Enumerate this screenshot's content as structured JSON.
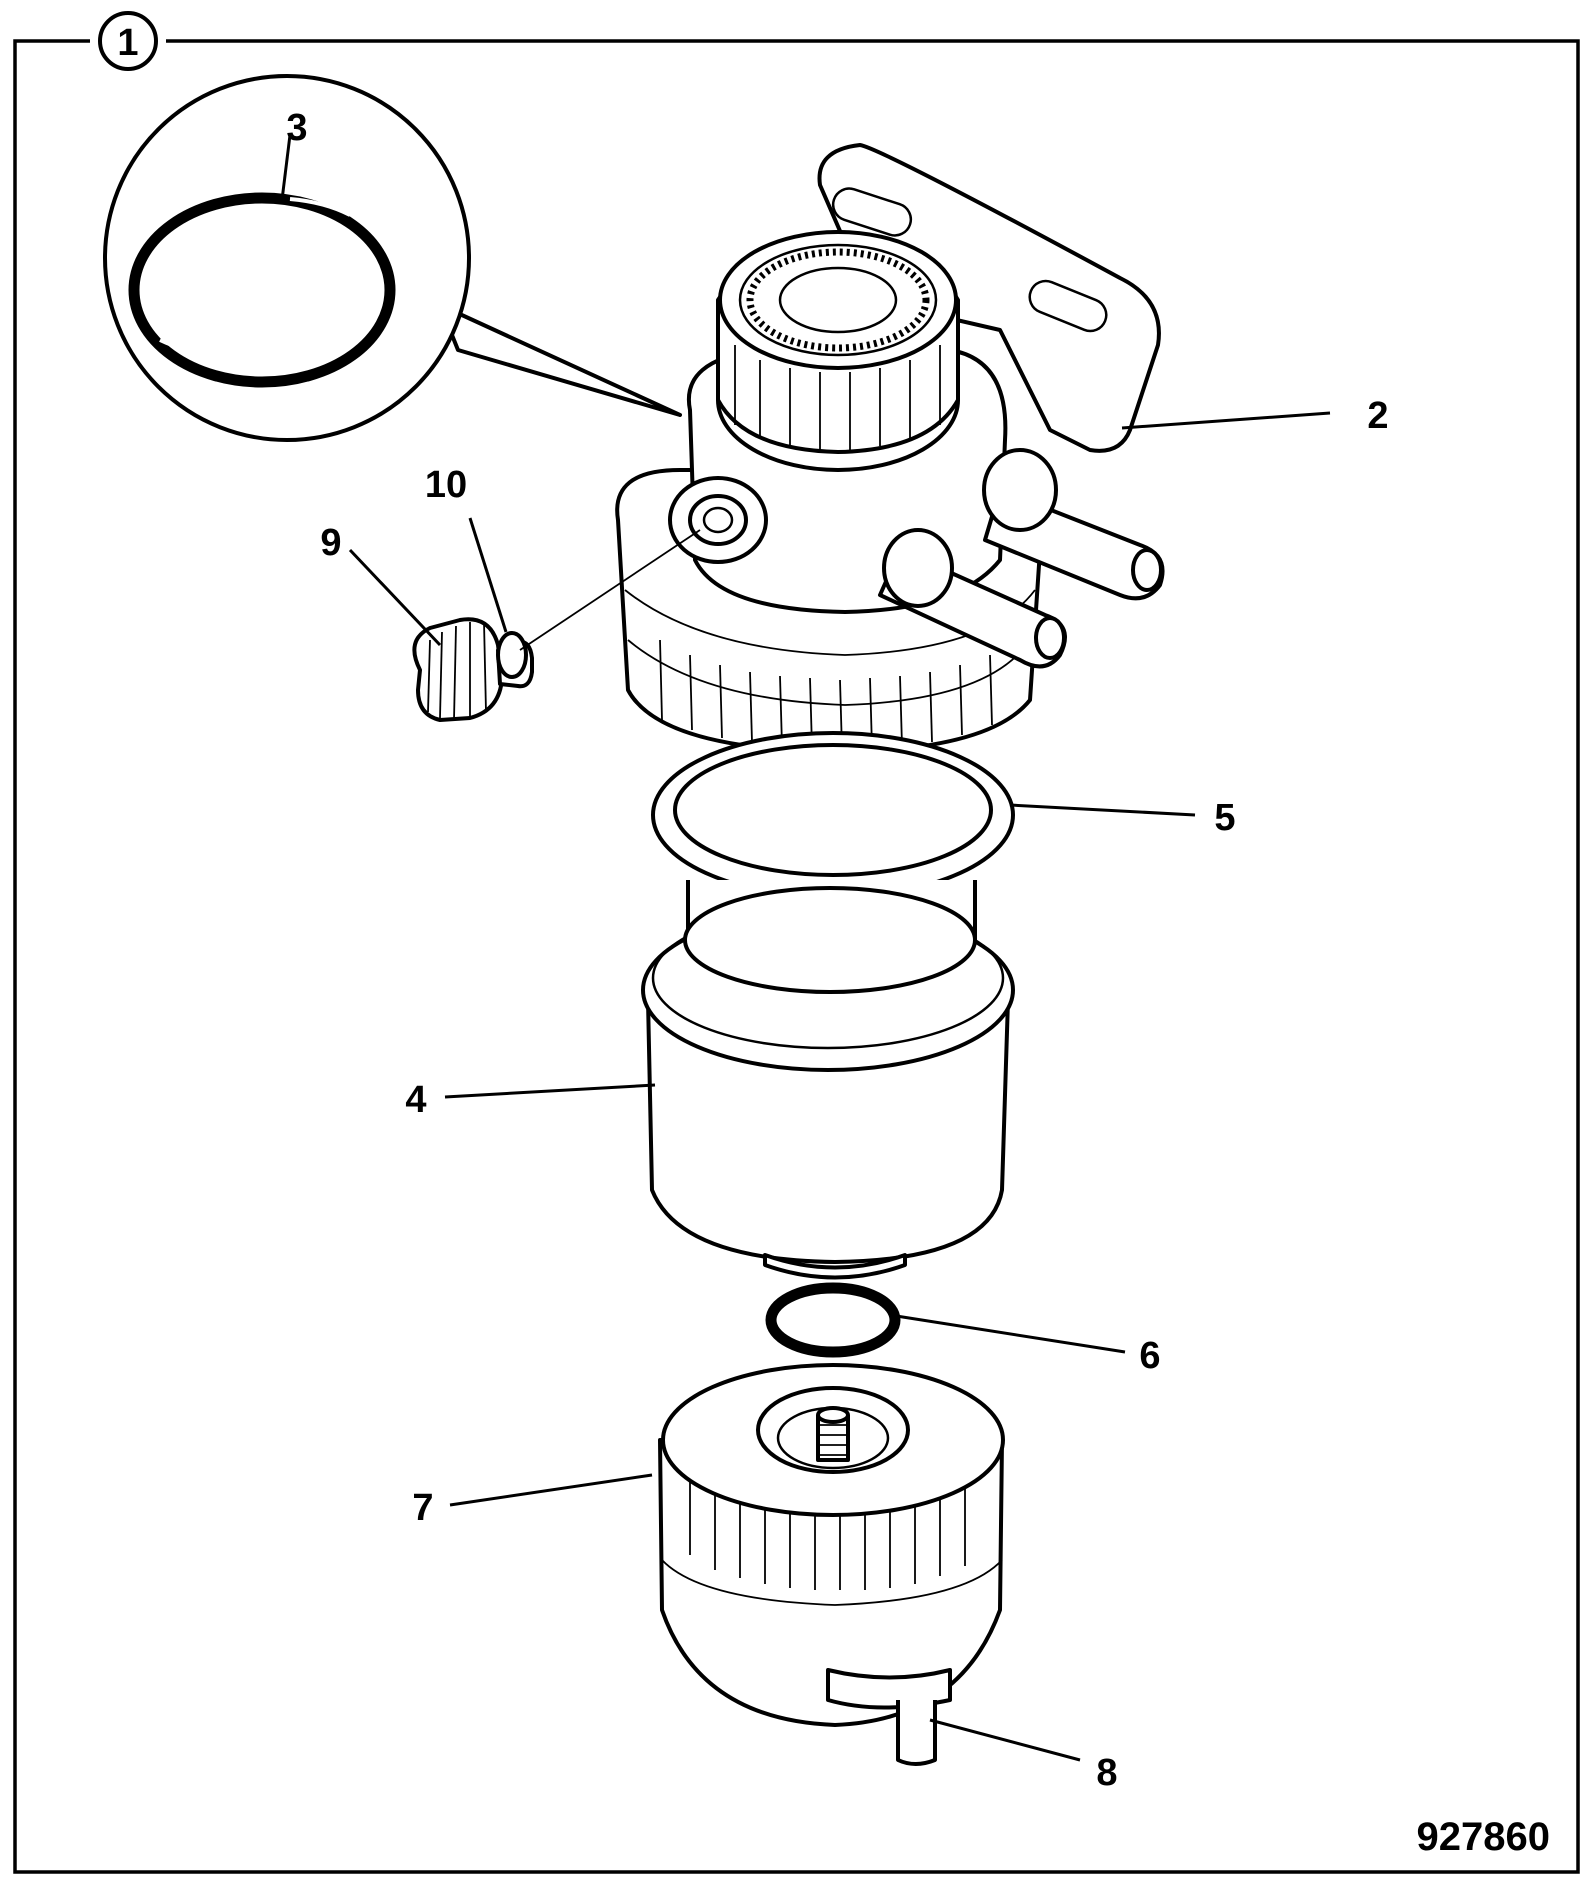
{
  "diagram": {
    "figure_number": "1",
    "reference_number": "927860",
    "callouts": {
      "c2": "2",
      "c3": "3",
      "c4": "4",
      "c5": "5",
      "c6": "6",
      "c7": "7",
      "c8": "8",
      "c9": "9",
      "c10": "10"
    }
  }
}
